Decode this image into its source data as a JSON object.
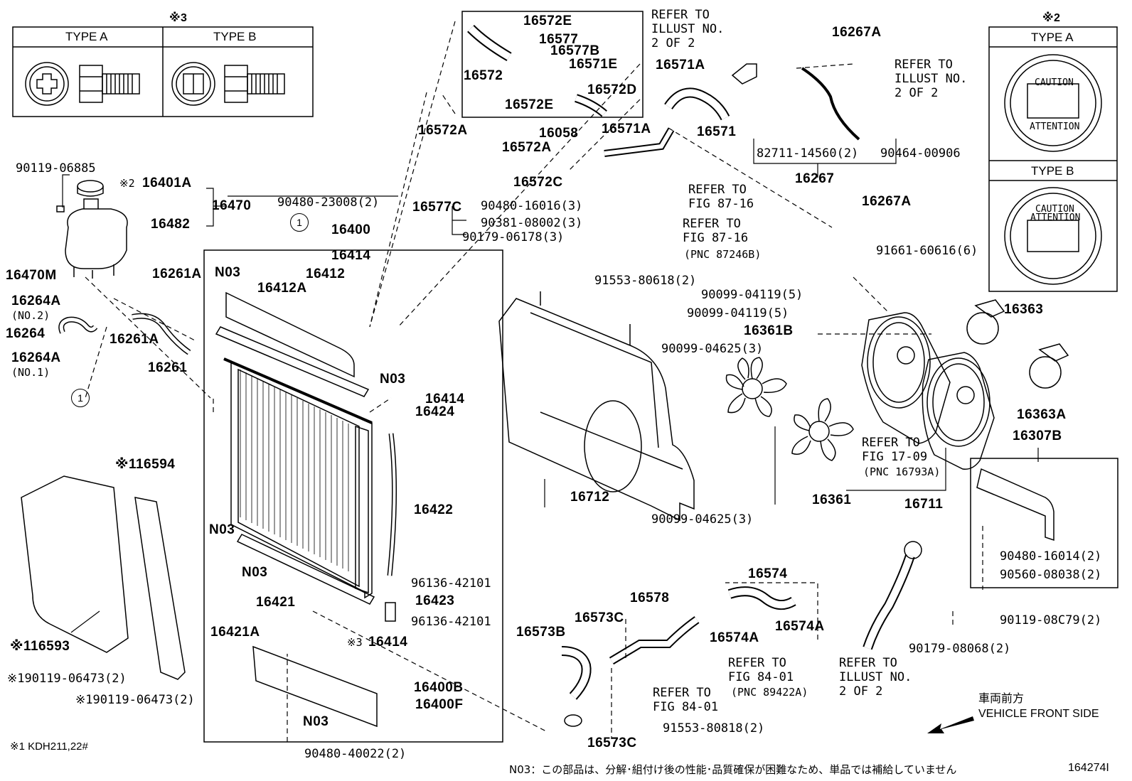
{
  "diagram": {
    "id": "164274I",
    "footnote": "※1 KDH211,22#",
    "note": "N03：この部品は、分解･組付け後の性能･品質確保が困難なため、単品では補給していません",
    "vehicle_front_jp": "車両前方",
    "vehicle_front_en": "VEHICLE FRONT SIDE",
    "mark3": "※3",
    "mark2": "※2",
    "type_a": "TYPE A",
    "type_b": "TYPE B",
    "circle1": "1",
    "caps": {
      "a_caution": "CAUTION",
      "a_attention": "ATTENTION",
      "b_caution": "CAUTION",
      "b_attention": "ATTENTION"
    },
    "labels": {
      "p16572E_1": "16572E",
      "p16577": "16577",
      "p16577B": "16577B",
      "p16571E": "16571E",
      "p16572": "16572",
      "p16572D": "16572D",
      "p16572E_2": "16572E",
      "p16572A_1": "16572A",
      "p16058": "16058",
      "p16571A_1": "16571A",
      "p16572A_2": "16572A",
      "p16572C": "16572C",
      "p16571A_2": "16571A",
      "p16571": "16571",
      "p16577C": "16577C",
      "p90480_16016": "90480-16016(3)",
      "p90381_08002": "90381-08002(3)",
      "p90179_06178": "90179-06178(3)",
      "p16267A_1": "16267A",
      "p82711": "82711-14560(2)",
      "p90464": "90464-00906",
      "p16267": "16267",
      "p16267A_2": "16267A",
      "p90119_06885": "90119-06885",
      "p16401A": "16401A",
      "p16482": "16482",
      "p16470": "16470",
      "p90480_23008": "90480-23008(2)",
      "p16400": "16400",
      "p16414_1": "16414",
      "p16412": "16412",
      "p16412A": "16412A",
      "p16470M": "16470M",
      "p16261A_1": "16261A",
      "p16264A_1": "16264A",
      "p16264": "16264",
      "p16264A_2": "16264A",
      "p16261A_2": "16261A",
      "p16261": "16261",
      "n03_1": "N03",
      "n03_2": "N03",
      "n03_3": "N03",
      "n03_4": "N03",
      "n03_5": "N03",
      "p16414_2": "16414",
      "p16424": "16424",
      "p16422": "16422",
      "p96136_1": "96136-42101",
      "p16423": "16423",
      "p96136_2": "96136-42101",
      "p16421": "16421",
      "p16421A": "16421A",
      "p16414_3": "16414",
      "p16400B": "16400B",
      "p16400F": "16400F",
      "p90480_40022": "90480-40022(2)",
      "p16594": "16594",
      "p16593": "16593",
      "p90119_06473_1": "90119-06473(2)",
      "p90119_06473_2": "90119-06473(2)",
      "p91553_80618": "91553-80618(2)",
      "p16712": "16712",
      "p90099_04119_1": "90099-04119(5)",
      "p90099_04119_2": "90099-04119(5)",
      "p16361B": "16361B",
      "p90099_04625_1": "90099-04625(3)",
      "p16361": "16361",
      "p90099_04625_2": "90099-04625(3)",
      "p91661": "91661-60616(6)",
      "p16363": "16363",
      "p16363A": "16363A",
      "p16307B": "16307B",
      "p16711": "16711",
      "p90480_16014": "90480-16014(2)",
      "p90560": "90560-08038(2)",
      "p90119_08C79": "90119-08C79(2)",
      "p90179_08068": "90179-08068(2)",
      "p16574": "16574",
      "p16578": "16578",
      "p16573C_1": "16573C",
      "p16573B": "16573B",
      "p16574A_1": "16574A",
      "p16574A_2": "16574A",
      "p16573C_2": "16573C",
      "p91553_80818": "91553-80818(2)"
    },
    "refs": {
      "r1_a": "REFER TO",
      "r1_b": "ILLUST NO.",
      "r1_c": "2 OF 2",
      "r2_a": "REFER TO",
      "r2_b": "ILLUST NO.",
      "r2_c": "2 OF 2",
      "r3_a": "REFER TO",
      "r3_b": "FIG 87-16",
      "r4_a": "REFER TO",
      "r4_b": "FIG 87-16",
      "r4_c": "(PNC 87246B)",
      "r5_a": "REFER TO",
      "r5_b": "FIG 17-09",
      "r5_c": "(PNC 16793A)",
      "r6_a": "REFER TO",
      "r6_b": "FIG 84-01",
      "r6_c": "(PNC 89422A)",
      "r7_a": "REFER TO",
      "r7_b": "FIG 84-01",
      "r8_a": "REFER TO",
      "r8_b": "ILLUST NO.",
      "r8_c": "2 OF 2"
    }
  }
}
